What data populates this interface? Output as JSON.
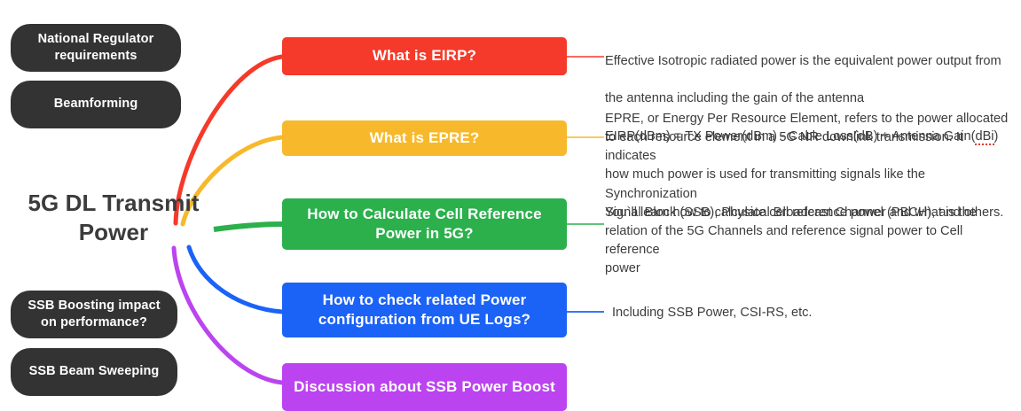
{
  "diagram": {
    "type": "mind-map",
    "root": {
      "label": "5G DL Transmit Power"
    },
    "side_nodes": [
      {
        "label": "National Regulator requirements"
      },
      {
        "label": "Beamforming"
      },
      {
        "label": "SSB Boosting impact on performance?"
      },
      {
        "label": "SSB Beam Sweeping"
      }
    ],
    "branches": [
      {
        "label": "What is EIRP?",
        "color": "#F5392A",
        "description_line1": "Effective Isotropic radiated power is the equivalent power output from",
        "description_line2": "the antenna including the gain of the antenna",
        "description_line3_a": "EIRP(dBm) = TX Power(dBm) - Cable Loss(dB) + Antenna Gain(",
        "description_line3_misspelled": "dBi",
        "description_line3_b": ")"
      },
      {
        "label": "What is EPRE?",
        "color": "#F7B92B",
        "description": "EPRE, or Energy Per Resource Element, refers to the power allocated\nto each resource element in a 5G NR downlink transmission. It indicates\nhow much power is used for transmitting signals like the Synchronization\nSignal Block (SSB), Physical Broadcast Channel (PBCH), and others."
      },
      {
        "label": "How to Calculate Cell Reference Power in 5G?",
        "color": "#2BB04C",
        "description": "You`ll learn how to calculate cell reference power and what is the\nrelation of the 5G Channels and reference signal power to Cell reference\npower"
      },
      {
        "label": "How to check related Power configuration from UE Logs?",
        "color": "#1B62F7",
        "description": "Including SSB Power, CSI-RS, etc."
      },
      {
        "label": "Discussion about SSB Power Boost",
        "color": "#BB44F0",
        "description": ""
      }
    ],
    "colors": {
      "node_dark": "#333333",
      "root_text": "#3b3b3b",
      "description_text": "#3c3c3c",
      "background": "#ffffff",
      "spell_underline": "#e03a2f"
    }
  }
}
